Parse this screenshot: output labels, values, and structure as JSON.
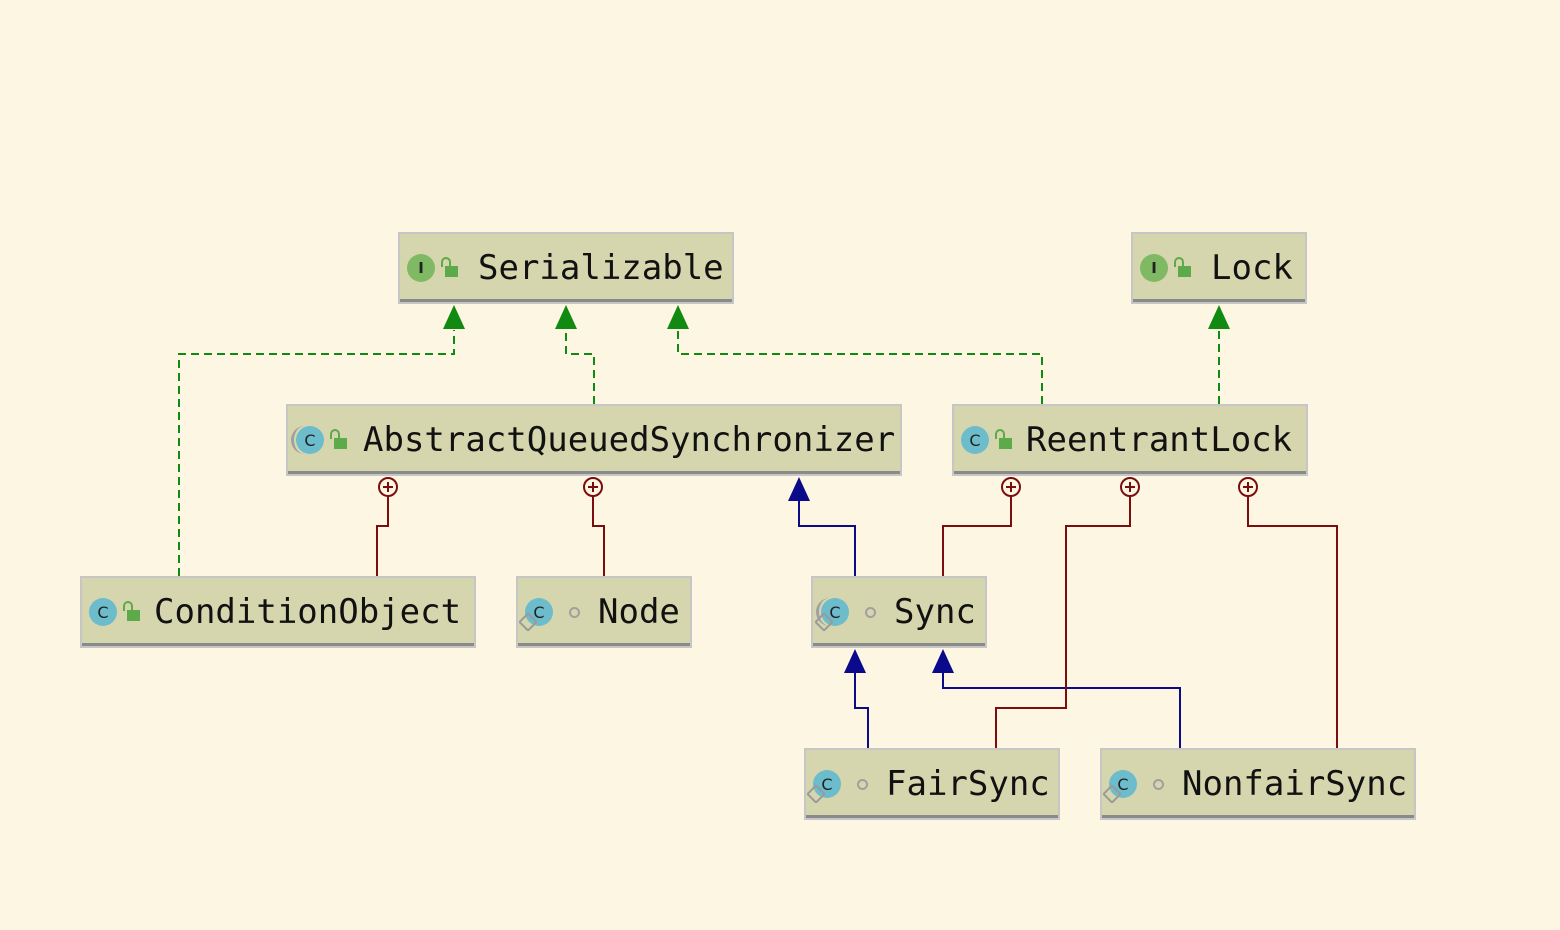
{
  "colors": {
    "background": "#fdf6e3",
    "node_fill": "#d6d6ae",
    "realization_edge": "#108a10",
    "inheritance_edge": "#0a0a8a",
    "inner_class_edge": "#7a0e0e"
  },
  "nodes": {
    "serializable": {
      "name": "Serializable",
      "kind": "interface",
      "badge": "I",
      "visibility": "public"
    },
    "lock": {
      "name": "Lock",
      "kind": "interface",
      "badge": "I",
      "visibility": "public"
    },
    "aqs": {
      "name": "AbstractQueuedSynchronizer",
      "kind": "abstract class",
      "badge": "C",
      "visibility": "public"
    },
    "reentrant_lock": {
      "name": "ReentrantLock",
      "kind": "class",
      "badge": "C",
      "visibility": "public"
    },
    "condition_object": {
      "name": "ConditionObject",
      "kind": "class",
      "badge": "C",
      "visibility": "public"
    },
    "node": {
      "name": "Node",
      "kind": "static class",
      "badge": "C",
      "visibility": "package"
    },
    "sync": {
      "name": "Sync",
      "kind": "abstract static class",
      "badge": "C",
      "visibility": "package"
    },
    "fair_sync": {
      "name": "FairSync",
      "kind": "static class",
      "badge": "C",
      "visibility": "package"
    },
    "nonfair_sync": {
      "name": "NonfairSync",
      "kind": "static class",
      "badge": "C",
      "visibility": "package"
    }
  },
  "edges": [
    {
      "from": "condition_object",
      "to": "serializable",
      "type": "realization"
    },
    {
      "from": "aqs",
      "to": "serializable",
      "type": "realization"
    },
    {
      "from": "reentrant_lock",
      "to": "serializable",
      "type": "realization"
    },
    {
      "from": "reentrant_lock",
      "to": "lock",
      "type": "realization"
    },
    {
      "from": "sync",
      "to": "aqs",
      "type": "inheritance"
    },
    {
      "from": "fair_sync",
      "to": "sync",
      "type": "inheritance"
    },
    {
      "from": "nonfair_sync",
      "to": "sync",
      "type": "inheritance"
    },
    {
      "from": "condition_object",
      "to": "aqs",
      "type": "inner-class"
    },
    {
      "from": "node",
      "to": "aqs",
      "type": "inner-class"
    },
    {
      "from": "sync",
      "to": "reentrant_lock",
      "type": "inner-class"
    },
    {
      "from": "fair_sync",
      "to": "reentrant_lock",
      "type": "inner-class"
    },
    {
      "from": "nonfair_sync",
      "to": "reentrant_lock",
      "type": "inner-class"
    }
  ]
}
